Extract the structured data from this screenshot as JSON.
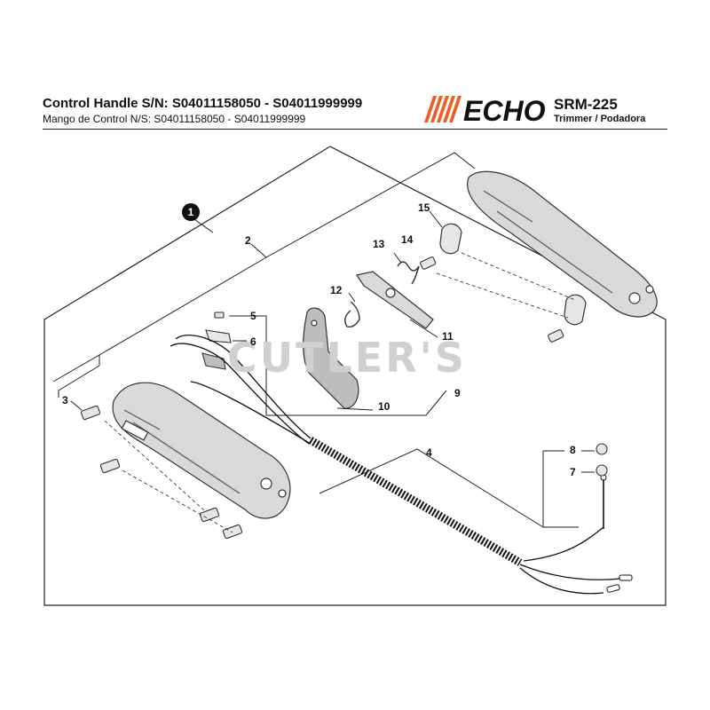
{
  "header": {
    "title": "Control Handle S/N: S04011158050 - S04011999999",
    "subtitle": "Mango de Control N/S: S04011158050 - S04011999999",
    "brand": "ECHO",
    "model": "SRM-225",
    "product": "Trimmer / Podadora"
  },
  "watermark": "CUTLER'S",
  "assembly_badge": "1",
  "callouts": [
    "2",
    "3",
    "4",
    "5",
    "6",
    "7",
    "8",
    "9",
    "10",
    "11",
    "12",
    "13",
    "14",
    "15"
  ],
  "colors": {
    "logo_orange": "#e8622a",
    "ink": "#111111",
    "part_fill": "#d9d9d9",
    "part_stroke": "#333333"
  }
}
